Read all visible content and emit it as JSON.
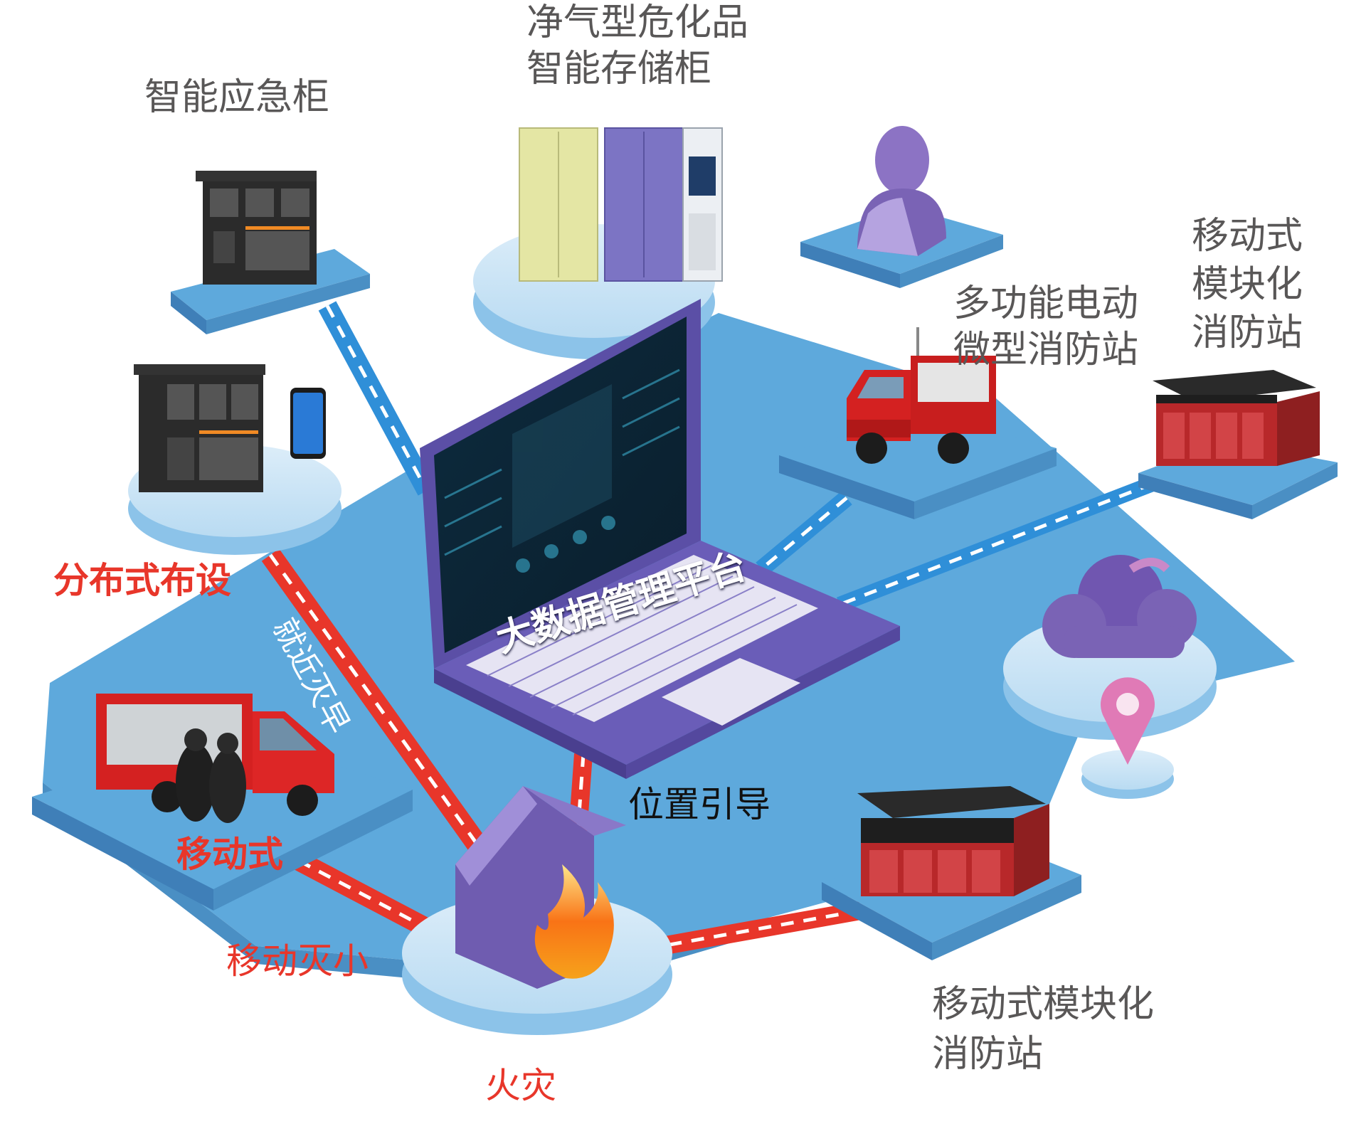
{
  "platform": {
    "title": "大数据管理平台"
  },
  "nodes": {
    "smart_emergency_cabinet": {
      "label": "智能应急柜"
    },
    "hazmat_cabinet": {
      "line1": "净气型危化品",
      "line2": "智能存储柜"
    },
    "multi_function_station": {
      "line1": "多功能电动",
      "line2": "微型消防站"
    },
    "mobile_modular_station_top": {
      "line1": "移动式",
      "line2": "模块化",
      "line3": "消防站"
    },
    "mobile_modular_station_bottom": {
      "line1": "移动式模块化",
      "line2": "消防站"
    },
    "fire": {
      "label": "火灾"
    }
  },
  "connections": {
    "distributed": "分布式布设",
    "nearby": "就近灭早",
    "mobile": "移动式",
    "mobile_small": "移动灭小",
    "guidance": "位置引导"
  },
  "colors": {
    "platform_blue": "#5ea9dc",
    "pad_top": "#cfe6f7",
    "pad_side": "#7fbde6",
    "link_blue": "#2f8fd8",
    "link_red": "#e8362a",
    "laptop_purple": "#5b4fa6",
    "house_purple": "#6f5cb0",
    "person_purple": "#7a63b5"
  }
}
